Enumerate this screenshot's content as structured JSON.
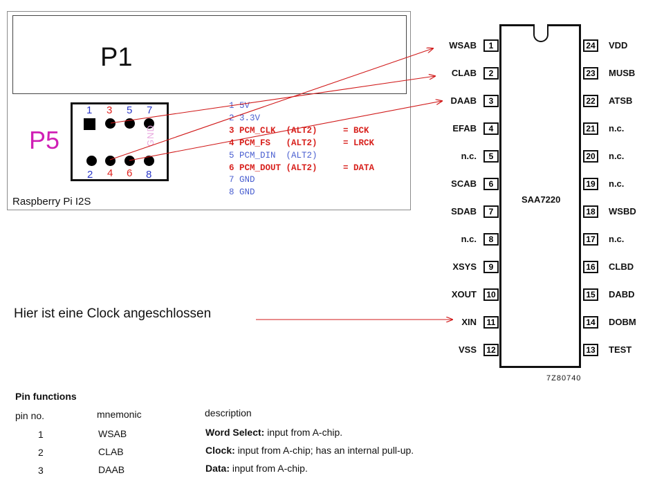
{
  "rpi": {
    "p1_label": "P1",
    "p5_label": "P5",
    "caption": "Raspberry Pi I2S",
    "gnd_label": "GND",
    "pins_top": [
      {
        "num": "1",
        "color": "blue"
      },
      {
        "num": "3",
        "color": "red"
      },
      {
        "num": "5",
        "color": "blue"
      },
      {
        "num": "7",
        "color": "blue"
      }
    ],
    "pins_bottom": [
      {
        "num": "2",
        "color": "blue"
      },
      {
        "num": "4",
        "color": "red"
      },
      {
        "num": "6",
        "color": "red"
      },
      {
        "num": "8",
        "color": "blue"
      }
    ],
    "pin_table": [
      {
        "text": "1 5V",
        "highlight": false
      },
      {
        "text": "2 3.3V",
        "highlight": false
      },
      {
        "text": "3 PCM_CLK  (ALT2)     = BCK",
        "highlight": true
      },
      {
        "text": "4 PCM_FS   (ALT2)     = LRCK",
        "highlight": true
      },
      {
        "text": "5 PCM_DIN  (ALT2)",
        "highlight": false
      },
      {
        "text": "6 PCM_DOUT (ALT2)     = DATA",
        "highlight": true
      },
      {
        "text": "7 GND",
        "highlight": false
      },
      {
        "text": "8 GND",
        "highlight": false
      }
    ]
  },
  "chip": {
    "name": "SAA7220",
    "part_number": "7Z80740",
    "left_pins": [
      {
        "num": "1",
        "label": "WSAB"
      },
      {
        "num": "2",
        "label": "CLAB"
      },
      {
        "num": "3",
        "label": "DAAB"
      },
      {
        "num": "4",
        "label": "EFAB"
      },
      {
        "num": "5",
        "label": "n.c."
      },
      {
        "num": "6",
        "label": "SCAB"
      },
      {
        "num": "7",
        "label": "SDAB"
      },
      {
        "num": "8",
        "label": "n.c."
      },
      {
        "num": "9",
        "label": "XSYS"
      },
      {
        "num": "10",
        "label": "XOUT"
      },
      {
        "num": "11",
        "label": "XIN"
      },
      {
        "num": "12",
        "label": "VSS"
      }
    ],
    "right_pins": [
      {
        "num": "24",
        "label": "VDD"
      },
      {
        "num": "23",
        "label": "MUSB"
      },
      {
        "num": "22",
        "label": "ATSB"
      },
      {
        "num": "21",
        "label": "n.c."
      },
      {
        "num": "20",
        "label": "n.c."
      },
      {
        "num": "19",
        "label": "n.c."
      },
      {
        "num": "18",
        "label": "WSBD"
      },
      {
        "num": "17",
        "label": "n.c."
      },
      {
        "num": "16",
        "label": "CLBD"
      },
      {
        "num": "15",
        "label": "DABD"
      },
      {
        "num": "14",
        "label": "DOBM"
      },
      {
        "num": "13",
        "label": "TEST"
      }
    ]
  },
  "clock_note": "Hier ist eine Clock angeschlossen",
  "pin_functions": {
    "title": "Pin functions",
    "headers": [
      "pin no.",
      "mnemonic",
      "description"
    ],
    "rows": [
      {
        "pin": "1",
        "mnemonic": "WSAB",
        "bold": "Word Select:",
        "desc": " input from A-chip."
      },
      {
        "pin": "2",
        "mnemonic": "CLAB",
        "bold": "Clock:",
        "desc": " input from A-chip; has an internal pull-up."
      },
      {
        "pin": "3",
        "mnemonic": "DAAB",
        "bold": "Data:",
        "desc": " input from A-chip."
      }
    ]
  },
  "colors": {
    "wire": "#d01818",
    "p5_magenta": "#d01fb5",
    "pin_blue": "#2a37c8",
    "pin_red": "#e0201c"
  }
}
